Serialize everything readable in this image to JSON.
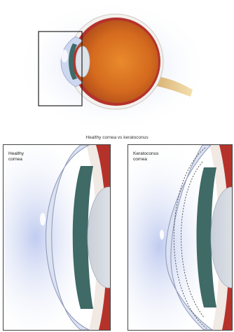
{
  "caption": "Healthy cornea vs keratoconus",
  "panels": {
    "left_label_line1": "Healthy",
    "left_label_line2": "cornea",
    "right_label_line1": "Keratoconus",
    "right_label_line2": "cornea"
  },
  "colors": {
    "sclera": "#eef0f4",
    "choroid": "#b5322b",
    "retina_orange": "#d9751f",
    "iris": "#3f6a66",
    "lens": "#d8dde6",
    "cornea_glow": "#b9c6ee",
    "nerve": "#e8c98a"
  }
}
